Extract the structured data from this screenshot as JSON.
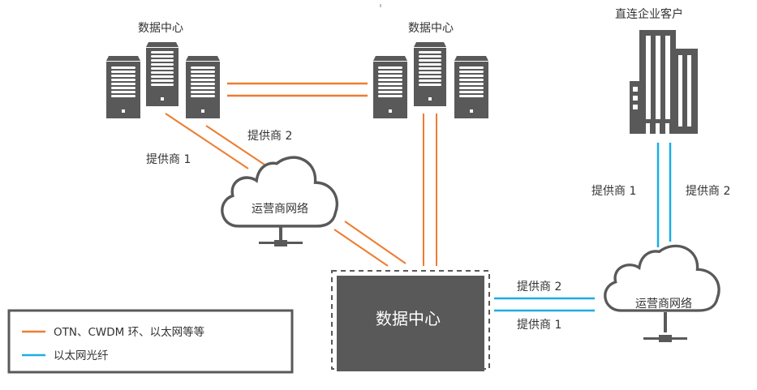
{
  "colors": {
    "orange": "#ED7D31",
    "blue": "#1BADE4",
    "icon_gray": "#595959",
    "box_dark": "#595959",
    "text": "#333333"
  },
  "datacenter_left": {
    "label": "数据中心"
  },
  "datacenter_right": {
    "label": "数据中心"
  },
  "enterprise": {
    "label": "直连企业客户"
  },
  "cloud_left": {
    "label": "运营商网络"
  },
  "cloud_right": {
    "label": "运营商网络"
  },
  "main_datacenter": {
    "label": "数据中心"
  },
  "links": {
    "left_provider_1": "提供商 1",
    "left_provider_2": "提供商 2",
    "enterprise_provider_1": "提供商 1",
    "enterprise_provider_2": "提供商 2",
    "main_provider_2": "提供商 2",
    "main_provider_1": "提供商 1"
  },
  "legend": {
    "items": [
      {
        "label": "OTN、CWDM 环、以太网等等",
        "line_type": "orange"
      },
      {
        "label": "以太网光纤",
        "line_type": "blue"
      }
    ]
  }
}
